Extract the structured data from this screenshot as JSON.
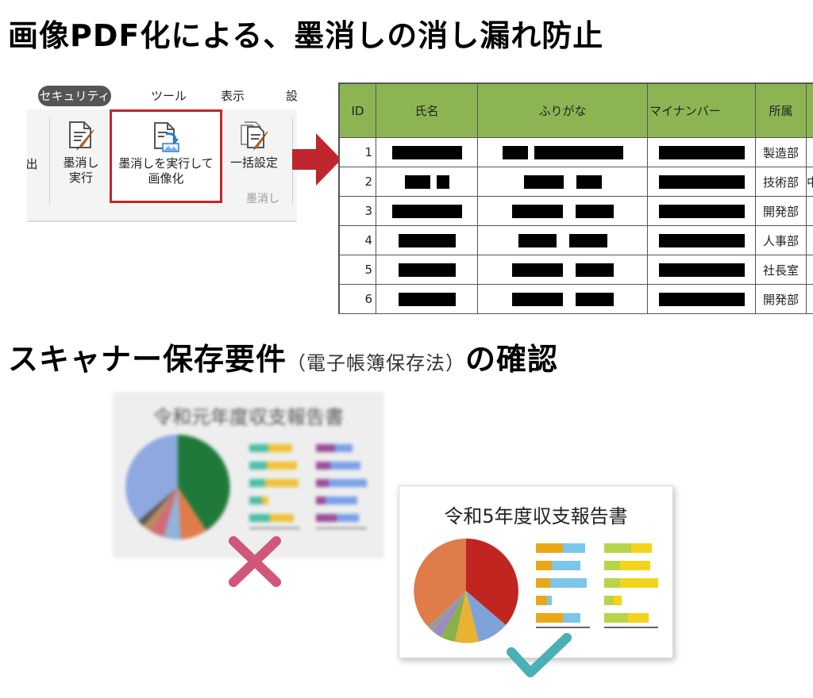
{
  "headings": {
    "title1": "画像PDF化による、墨消しの消し漏れ防止",
    "title2_main": "スキャナー保存要件",
    "title2_paren": "（電子帳簿保存法）",
    "title2_tail": "の確認"
  },
  "ribbon": {
    "tabs": [
      "セキュリティ",
      "ツール",
      "表示",
      "設"
    ],
    "buttons": {
      "partial": "出",
      "redact_line1": "墨消し",
      "redact_line2": "実行",
      "redact_image_line1": "墨消しを実行して",
      "redact_image_line2": "画像化",
      "bulk": "一括設定"
    },
    "group_label": "墨消し",
    "highlight_color": "#c0262d"
  },
  "table": {
    "headers": [
      "ID",
      "氏名",
      "ふりがな",
      "マイナンバー",
      "所属"
    ],
    "header_color": "#8db453",
    "rows": [
      {
        "id": "1",
        "dept": "製造部",
        "extra": ""
      },
      {
        "id": "2",
        "dept": "技術部",
        "extra": "中"
      },
      {
        "id": "3",
        "dept": "開発部",
        "extra": ""
      },
      {
        "id": "4",
        "dept": "人事部",
        "extra": ""
      },
      {
        "id": "5",
        "dept": "社長室",
        "extra": ""
      },
      {
        "id": "6",
        "dept": "開発部",
        "extra": ""
      }
    ]
  },
  "reports": {
    "old_title": "令和元年度収支報告書",
    "new_title": "令和5年度収支報告書",
    "reject_color": "#d0567a",
    "accept_color": "#49b0b5"
  }
}
